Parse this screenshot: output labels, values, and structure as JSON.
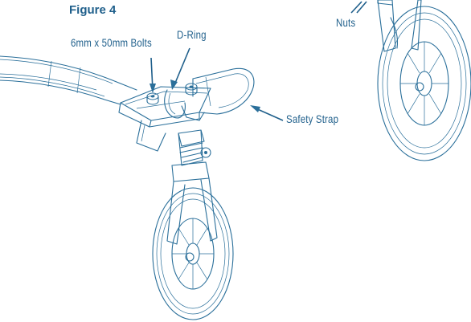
{
  "figure": {
    "title": "Figure 4"
  },
  "callouts": {
    "bolts": "6mm x 50mm Bolts",
    "dring": "D-Ring",
    "strap": "Safety Strap",
    "nuts": "Nuts"
  },
  "colors": {
    "line": "#2a6f9a",
    "label": "#1f5f8b",
    "background": "#ffffff"
  }
}
